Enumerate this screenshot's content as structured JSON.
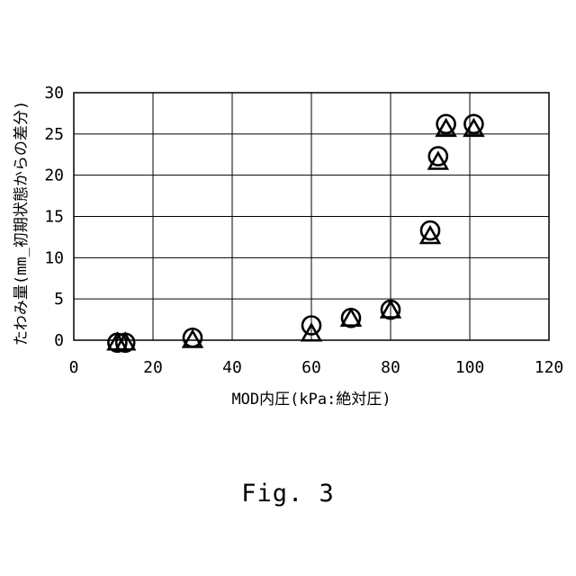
{
  "figure_caption": "Fig. 3",
  "chart_data": {
    "type": "scatter",
    "title": "",
    "xlabel": "MOD内圧(kPa:絶対圧)",
    "ylabel": "たわみ量(mm_初期状態からの差分)",
    "xlim": [
      0,
      120
    ],
    "ylim": [
      0,
      30
    ],
    "x_ticks": [
      0,
      20,
      40,
      60,
      80,
      100,
      120
    ],
    "y_ticks": [
      0,
      5,
      10,
      15,
      20,
      25,
      30
    ],
    "grid": true,
    "legend": "none",
    "series": [
      {
        "marker": "circle",
        "points": [
          {
            "x": 11,
            "y": -0.3
          },
          {
            "x": 13,
            "y": -0.3
          },
          {
            "x": 30,
            "y": 0.3
          },
          {
            "x": 60,
            "y": 1.8
          },
          {
            "x": 70,
            "y": 2.7
          },
          {
            "x": 80,
            "y": 3.7
          },
          {
            "x": 90,
            "y": 13.3
          },
          {
            "x": 92,
            "y": 22.3
          },
          {
            "x": 94,
            "y": 26.2
          },
          {
            "x": 101,
            "y": 26.2
          }
        ]
      },
      {
        "marker": "triangle",
        "points": [
          {
            "x": 11,
            "y": -0.3
          },
          {
            "x": 13,
            "y": -0.3
          },
          {
            "x": 30,
            "y": 0.0
          },
          {
            "x": 60,
            "y": 0.8
          },
          {
            "x": 70,
            "y": 2.6
          },
          {
            "x": 80,
            "y": 3.6
          },
          {
            "x": 90,
            "y": 12.6
          },
          {
            "x": 92,
            "y": 21.6
          },
          {
            "x": 94,
            "y": 25.6
          },
          {
            "x": 101,
            "y": 25.6
          }
        ]
      }
    ]
  }
}
